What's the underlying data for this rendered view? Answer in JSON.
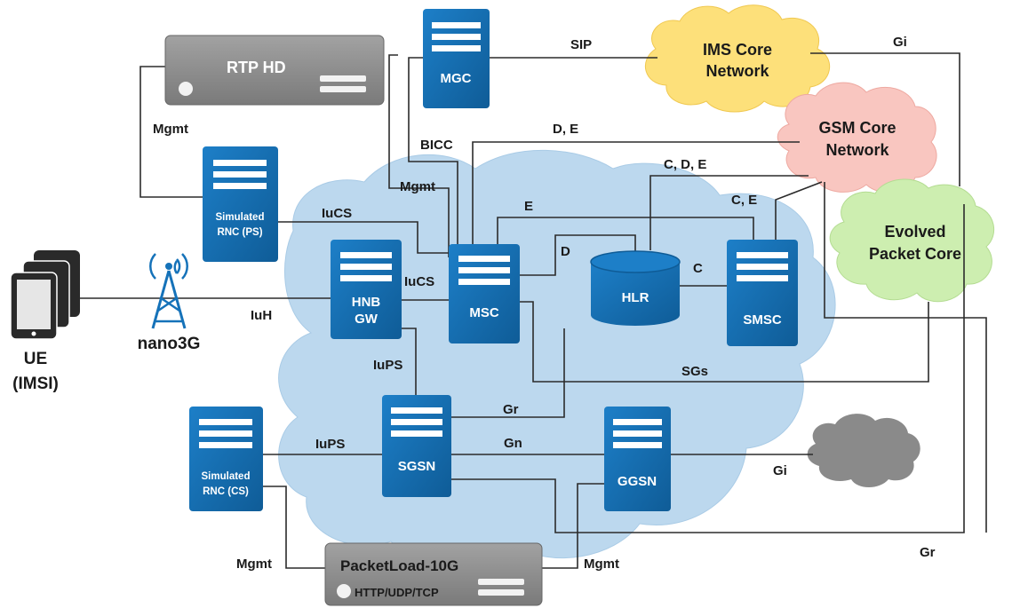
{
  "colors": {
    "server_blue": "#1572b9",
    "server_blue_dark": "#0f5c97",
    "backbone_cloud": "#bcd8ee",
    "ims_cloud": "#fde07a",
    "gsm_cloud": "#f9c6c0",
    "epc_cloud": "#cdeeb0",
    "internet_cloud": "#8a8a8a",
    "appliance_gray": "#8c8c8c",
    "wire": "#2b2b2b"
  },
  "nodes": {
    "rtp_hd": "RTP HD",
    "mgc": "MGC",
    "msc": "MSC",
    "hlr": "HLR",
    "smsc": "SMSC",
    "hnb_gw_line1": "HNB",
    "hnb_gw_line2": "GW",
    "sgsn": "SGSN",
    "ggsn": "GGSN",
    "rnc_ps_line1": "Simulated",
    "rnc_ps_line2": "RNC (PS)",
    "rnc_cs_line1": "Simulated",
    "rnc_cs_line2": "RNC (CS)",
    "packetload_title": "PacketLoad-10G",
    "packetload_sub": "HTTP/UDP/TCP",
    "nano3g": "nano3G",
    "ue_line1": "UE",
    "ue_line2": "(IMSI)"
  },
  "clouds": {
    "ims_line1": "IMS Core",
    "ims_line2": "Network",
    "gsm_line1": "GSM Core",
    "gsm_line2": "Network",
    "epc_line1": "Evolved",
    "epc_line2": "Packet Core"
  },
  "links": {
    "sip": "SIP",
    "gi_top": "Gi",
    "mgmt_rtp": "Mgmt",
    "bicc": "BICC",
    "mgmt_msc": "Mgmt",
    "de": "D, E",
    "cde": "C, D, E",
    "ce": "C,  E",
    "iucs_rnc": "IuCS",
    "e": "E",
    "d": "D",
    "iucs": "IuCS",
    "c": "C",
    "iuh": "IuH",
    "iups_hnb": "IuPS",
    "sgs": "SGs",
    "gr_mid": "Gr",
    "iups_rnc": "IuPS",
    "gn": "Gn",
    "gi_bottom": "Gi",
    "gr_bottom": "Gr",
    "mgmt_pl_left": "Mgmt",
    "mgmt_pl_right": "Mgmt"
  }
}
